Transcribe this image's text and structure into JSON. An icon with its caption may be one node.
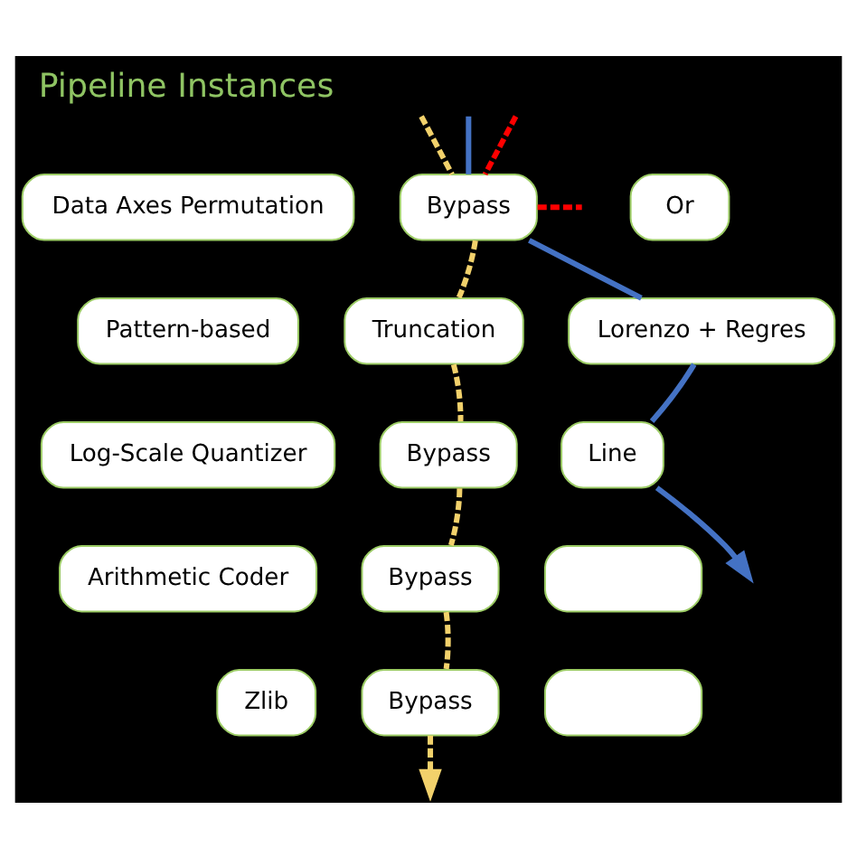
{
  "diagram": {
    "title": "Pipeline Instances",
    "nodes": [
      {
        "text": [
          "Data Axes Permutation"
        ]
      },
      {
        "text": [
          "Bypass"
        ]
      },
      {
        "text": [
          "Or"
        ]
      },
      {
        "text": [
          "Pattern-based"
        ]
      },
      {
        "text": [
          "Truncation"
        ]
      },
      {
        "text": [
          "Lorenzo + Regres"
        ]
      },
      {
        "text": [
          "Log-Scale Quantizer"
        ]
      },
      {
        "text": [
          "Bypass"
        ]
      },
      {
        "text": [
          "Line"
        ]
      },
      {
        "text": [
          "Arithmetic Coder"
        ]
      },
      {
        "text": [
          "Bypass"
        ]
      },
      {
        "text": [],
        "shape": "box"
      },
      {
        "text": [
          "Zlib"
        ]
      },
      {
        "text": [
          "Bypass"
        ]
      },
      {
        "text": [],
        "shape": "box"
      }
    ],
    "edges": [
      {
        "from": null,
        "to": 1,
        "arrow": "none",
        "style": "dashed",
        "color": "#f2d16b"
      },
      {
        "from": 1,
        "to": 4,
        "arrow": "none",
        "style": "dashed",
        "color": "#f2d16b"
      },
      {
        "from": 4,
        "to": 7,
        "arrow": "none",
        "style": "dashed",
        "color": "#f2d16b"
      },
      {
        "from": 7,
        "to": 10,
        "arrow": "none",
        "style": "dashed",
        "color": "#f2d16b"
      },
      {
        "from": 10,
        "to": 13,
        "arrow": "none",
        "style": "dashed",
        "color": "#f2d16b"
      },
      {
        "from": 13,
        "to": null,
        "arrow": "to",
        "style": "dashed",
        "color": "#f2d16b"
      },
      {
        "from": null,
        "to": 1,
        "arrow": "none",
        "style": "dashed",
        "color": "#ff0000"
      },
      {
        "from": null,
        "to": 1,
        "arrow": "none",
        "color": "#4472c4"
      },
      {
        "from": 1,
        "to": null,
        "arrow": "none",
        "style": "dashed",
        "color": "#ff0000"
      },
      {
        "from": 1,
        "to": 5,
        "arrow": "none",
        "color": "#4472c4"
      },
      {
        "from": 5,
        "to": 8,
        "arrow": "none",
        "color": "#4472c4"
      },
      {
        "from": 8,
        "to": null,
        "arrow": "to",
        "color": "#4472c4"
      }
    ]
  }
}
